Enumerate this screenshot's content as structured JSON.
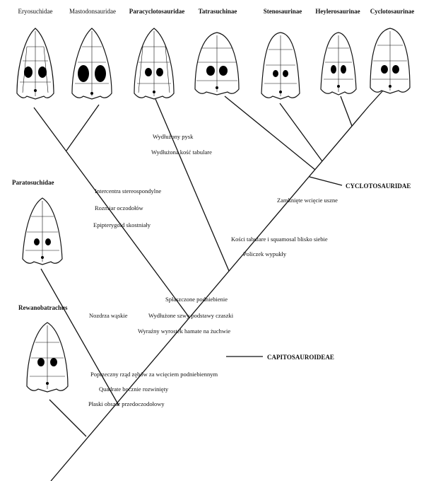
{
  "taxa": {
    "eryosuchidae": "Eryosuchidae",
    "mastodonsauridae": "Mastodonsauridae",
    "paracyclotosauridae": "Paracyclotosauridae",
    "tatrasuchinae": "Tatrasuchinae",
    "stenosaurinae": "Stenosaurinae",
    "heyleosaurinae": "Heylerosaurinae",
    "cyclotosaurinae": "Cyclotosaurinae",
    "paratosuchidae": "Paratosuchidae",
    "rewanobatrachus": "Rewanobatrachus"
  },
  "clades": {
    "cyclotosauridae": "CYCLOTOSAURIDAE",
    "capitosauroidea": "CAPITOSAUROIDEAE"
  },
  "characters": {
    "wydluzony_pysk": "Wydłużony pysk",
    "wydluzona_kosc": "Wydłużona kość tabulare",
    "intercentra": "Intercentra stereospondylne",
    "rozmiar_oczodolow": "Rozmiar oczodołów",
    "epipterygoid": "Epipterygoid skostniały",
    "zamkniete_wciecie": "Zamknięte wcięcie uszne",
    "kosci_tabulare": "Kości tabulare i squamosal blisko siebie",
    "policzek": "Policzek wypukły",
    "splaszczone": "Spłaszczone podniebienie",
    "nozdrza": "Nozdrza wąskie",
    "wydluzone_szwy": "Wydłużone szwy podstawy czaszki",
    "wyrazny_wyrostek": "Wyraźny wyrostek hamate na żuchwie",
    "poprzeczny_rzad": "Poprzeczny rząd zębów za wcięciem podniebiennym",
    "quadrate": "Quadrate bocznie rozwinięty",
    "plaski_obszar": "Płaski obszar przedoczodołowy"
  },
  "colors": {
    "line": "#111111",
    "orbit": "#000000",
    "background": "#ffffff"
  }
}
